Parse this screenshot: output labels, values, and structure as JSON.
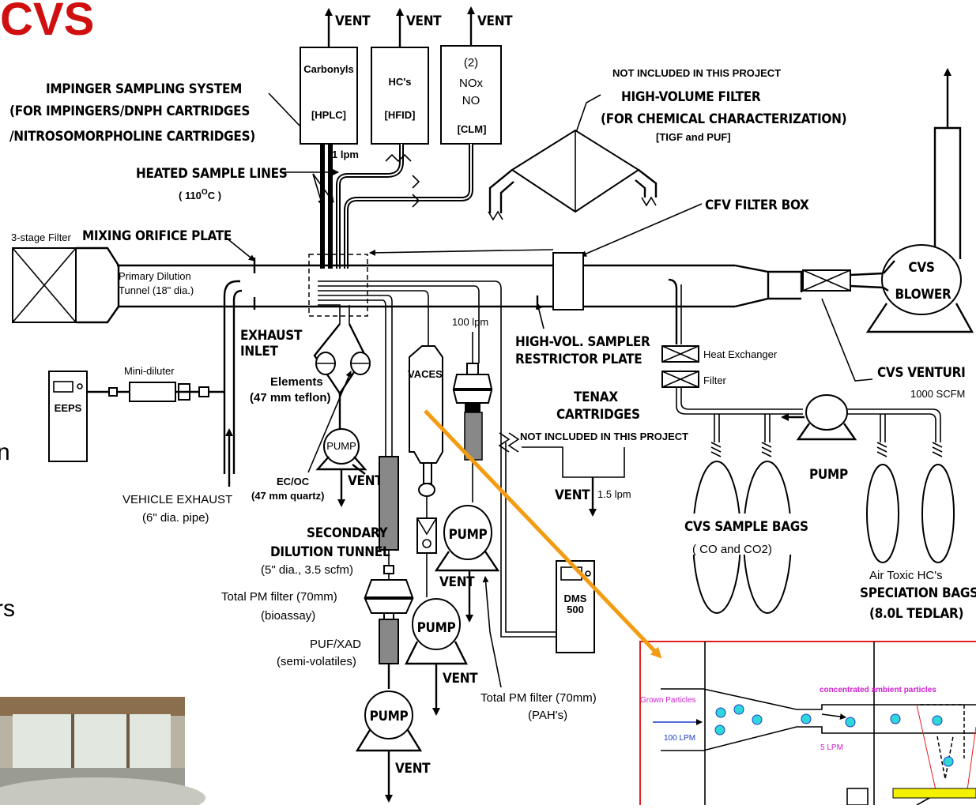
{
  "header": {
    "title": "CVS"
  },
  "side_fragments": {
    "frag1": "n",
    "frag2": "rs"
  },
  "instruments": {
    "carbonyls": {
      "name": "Carbonyls",
      "method": "[HPLC]"
    },
    "hc": {
      "name": "HC's",
      "method": "[HFID]"
    },
    "nox": {
      "count": "(2)",
      "l1": "NOx",
      "l2": "NO",
      "method": "[CLM]"
    }
  },
  "vents": {
    "label": "VENT"
  },
  "labels": {
    "impinger_l1": "IMPINGER SAMPLING SYSTEM",
    "impinger_l2": "(FOR IMPINGERS/DNPH CARTRIDGES",
    "impinger_l3": "/NITROSOMORPHOLINE CARTRIDGES)",
    "flow_1lpm": "1 lpm",
    "heated_lines": "HEATED SAMPLE LINES",
    "heated_temp": "( 110",
    "heated_deg": "O",
    "heated_c": "C )",
    "not_included": "NOT INCLUDED IN THIS PROJECT",
    "hivol_filter": "HIGH-VOLUME FILTER",
    "hivol_purpose": "(FOR CHEMICAL CHARACTERIZATION)",
    "tigf": "[TIGF and PUF]",
    "cfv_box": "CFV FILTER BOX",
    "three_stage": "3-stage Filter",
    "mixing_orifice": "MIXING ORIFICE PLATE",
    "primary_l1": "Primary Dilution",
    "primary_l2": "Tunnel (18\" dia.)",
    "exhaust_l1": "EXHAUST",
    "exhaust_l2": "INLET",
    "cvs_l1": "CVS",
    "cvs_l2": "BLOWER",
    "heat_exchanger": "Heat Exchanger",
    "filter": "Filter",
    "cvs_venturi": "CVS VENTURI",
    "scfm": "1000 SCFM",
    "flow_100lpm": "100 lpm",
    "vaces": "VACES",
    "hivol_sampler_l1": "HIGH-VOL. SAMPLER",
    "hivol_sampler_l2": "RESTRICTOR PLATE",
    "mini_diluter": "Mini-diluter",
    "eeps": "EEPS",
    "elements_l1": "Elements",
    "elements_l2": "(47 mm teflon)",
    "tenax_l1": "TENAX",
    "tenax_l2": "CARTRIDGES",
    "not_included_2": "NOT INCLUDED IN THIS PROJECT",
    "pump": "PUMP",
    "flow_1_5lpm": "1.5 lpm",
    "ecoc_l1": "EC/OC",
    "ecoc_l2": "(47 mm quartz)",
    "vehicle_exhaust_l1": "VEHICLE EXHAUST",
    "vehicle_exhaust_l2": "(6\" dia. pipe)",
    "secondary_l1": "SECONDARY",
    "secondary_l2": "DILUTION TUNNEL",
    "secondary_l3": "(5\" dia., 3.5 scfm)",
    "cvs_bags": "CVS SAMPLE BAGS",
    "cvs_bags_gas": "( CO and CO2)",
    "air_toxic": "Air Toxic HC's",
    "speciation": "SPECIATION BAGS",
    "tedlar": "(8.0L TEDLAR)",
    "dms_l1": "DMS",
    "dms_l2": "500",
    "total_pm_bio_l1": "Total PM filter (70mm)",
    "total_pm_bio_l2": "(bioassay)",
    "puf_l1": "PUF/XAD",
    "puf_l2": "(semi-volatiles)",
    "total_pm_pah_l1": "Total PM filter (70mm)",
    "total_pm_pah_l2": "(PAH's)"
  },
  "inset": {
    "grown_particles": "Grown Particles",
    "flow_in": "100 LPM",
    "concentrated": "concentrated ambient particles",
    "flow_out": "5 LPM"
  },
  "colors": {
    "arrow": "#f39c12",
    "inset_border": "#e02020",
    "particle": "#2fd8d8",
    "magenta": "#d020d0",
    "blue": "#1a3ccc",
    "yellow": "#f5f000",
    "title_red": "#d01010"
  }
}
